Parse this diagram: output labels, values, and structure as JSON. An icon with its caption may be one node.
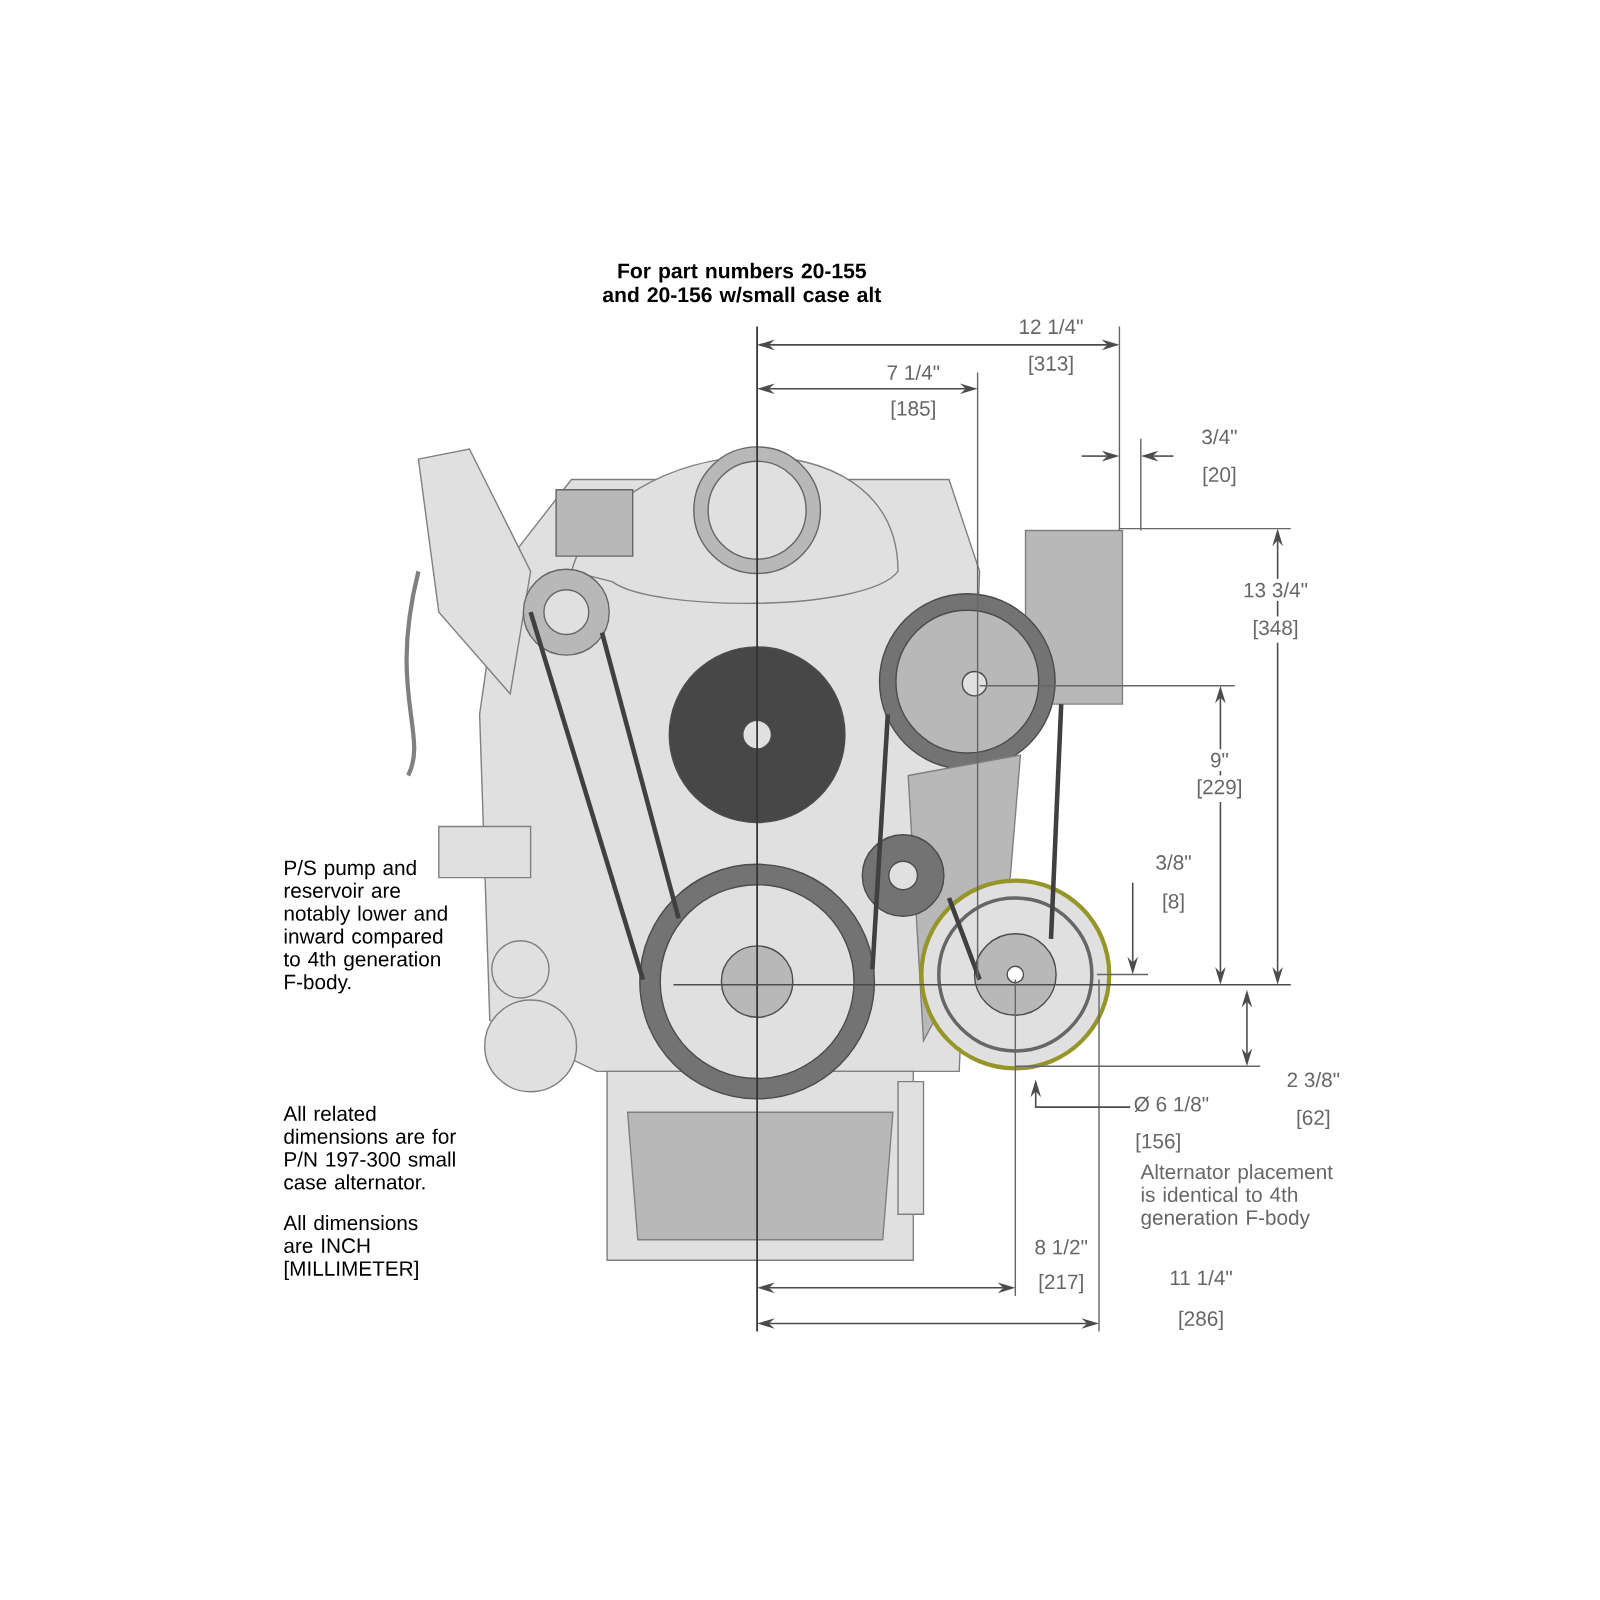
{
  "diagram": {
    "title": "For part numbers 20-155 and 20-156 w/small case alt",
    "labels": [
      "12 1/4\"",
      "[313]",
      "7 1/4\"",
      "[185]",
      "3/4\"",
      "[20]",
      "13 3/4\"",
      "[348]",
      "9\"",
      "[229]",
      "P/S pump and reservoir are notably lower and inward compared to 4th generation F-body.",
      "3/8\"",
      "[8]",
      "Ø 6 1/8\"",
      "2 3/8\"",
      "[62]",
      "[156]",
      "All related dimensions are for P/N 197-300 small case alternator.",
      "Alternator placement is identical to 4th generation F-body",
      "All dimensions are INCH [MILLIMETER]",
      "8 1/2\"",
      "[217]",
      "11 1/4\"",
      "[286]"
    ]
  }
}
